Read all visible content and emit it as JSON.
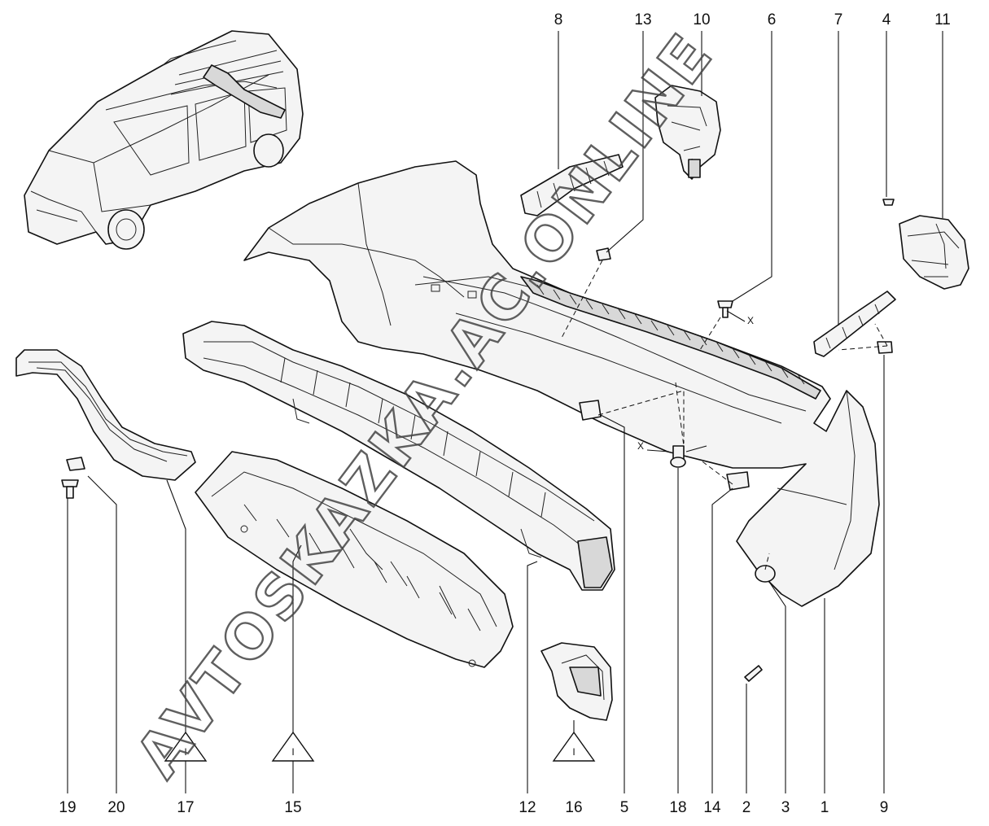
{
  "callouts": [
    "8",
    "13",
    "10",
    "6",
    "7",
    "4",
    "11",
    "19",
    "20",
    "17",
    "15",
    "12",
    "16",
    "5",
    "18",
    "14",
    "2",
    "3",
    "1",
    "9"
  ],
  "axis_mark": "X",
  "triangle_mark": "I",
  "watermark": "AVTOSKAZKA.AC.ONLINE",
  "parts": [
    {
      "ref": "1"
    },
    {
      "ref": "2"
    },
    {
      "ref": "3"
    },
    {
      "ref": "4"
    },
    {
      "ref": "5"
    },
    {
      "ref": "6"
    },
    {
      "ref": "7"
    },
    {
      "ref": "8"
    },
    {
      "ref": "9"
    },
    {
      "ref": "10"
    },
    {
      "ref": "11"
    },
    {
      "ref": "12"
    },
    {
      "ref": "13"
    },
    {
      "ref": "14"
    },
    {
      "ref": "15"
    },
    {
      "ref": "16"
    },
    {
      "ref": "17"
    },
    {
      "ref": "18"
    },
    {
      "ref": "19"
    },
    {
      "ref": "20"
    }
  ]
}
